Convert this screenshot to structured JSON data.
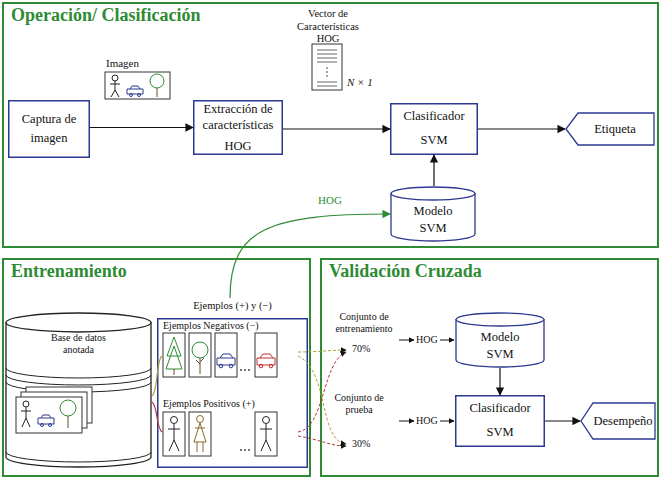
{
  "diagram": {
    "nodes": [
      {
        "text": [
          "Operación/ Clasificación"
        ]
      },
      {
        "text": [
          "Captura de imagen"
        ],
        "in": 0
      },
      {
        "text": [
          "Extracción de características",
          "HOG"
        ],
        "in": 0
      },
      {
        "text": [
          "Clasificador SVM"
        ],
        "in": 0
      },
      {
        "text": [
          "Etiqueta"
        ],
        "in": 0
      },
      {
        "text": [
          "Modelo SVM"
        ],
        "in": 0
      },
      {
        "text": [
          "Entrenamiento"
        ]
      },
      {
        "text": [
          "Base de datos anotada"
        ],
        "in": 6
      },
      {
        "text": [
          "Ejemplos (+) y (−)"
        ],
        "in": 6
      },
      {
        "text": [
          "Ejemplos Negativos (−)"
        ],
        "in": 8
      },
      {
        "text": [
          "Ejemplos Positivos (+)"
        ],
        "in": 8
      },
      {
        "text": [
          "Validación Cruzada"
        ]
      },
      {
        "text": [
          "Modelo SVM"
        ],
        "in": 11
      },
      {
        "text": [
          "Clasificador SVM"
        ],
        "in": 11
      },
      {
        "text": [
          "Desempeño"
        ],
        "in": 11
      }
    ],
    "edges": [
      {
        "from": 1,
        "to": 2,
        "arrow": "to"
      },
      {
        "from": 2,
        "to": 3,
        "arrow": "to"
      },
      {
        "from": 3,
        "to": 4,
        "arrow": "to"
      },
      {
        "from": 5,
        "to": 3,
        "arrow": "to"
      },
      {
        "from": 8,
        "to": 5,
        "label": "HOG",
        "arrow": "to"
      },
      {
        "from": 7,
        "to": 9,
        "arrow": "none"
      },
      {
        "from": 7,
        "to": 10,
        "arrow": "none"
      },
      {
        "from": 12,
        "to": 13,
        "arrow": "to"
      },
      {
        "from": 13,
        "to": 14,
        "arrow": "to"
      }
    ],
    "labels": [
      "Imagen",
      "Vector de Características HOG",
      "N × 1",
      "Conjunto de entrenamiento",
      "70%",
      "HOG",
      "Conjunto de prueba",
      "30%",
      "HOG"
    ]
  }
}
